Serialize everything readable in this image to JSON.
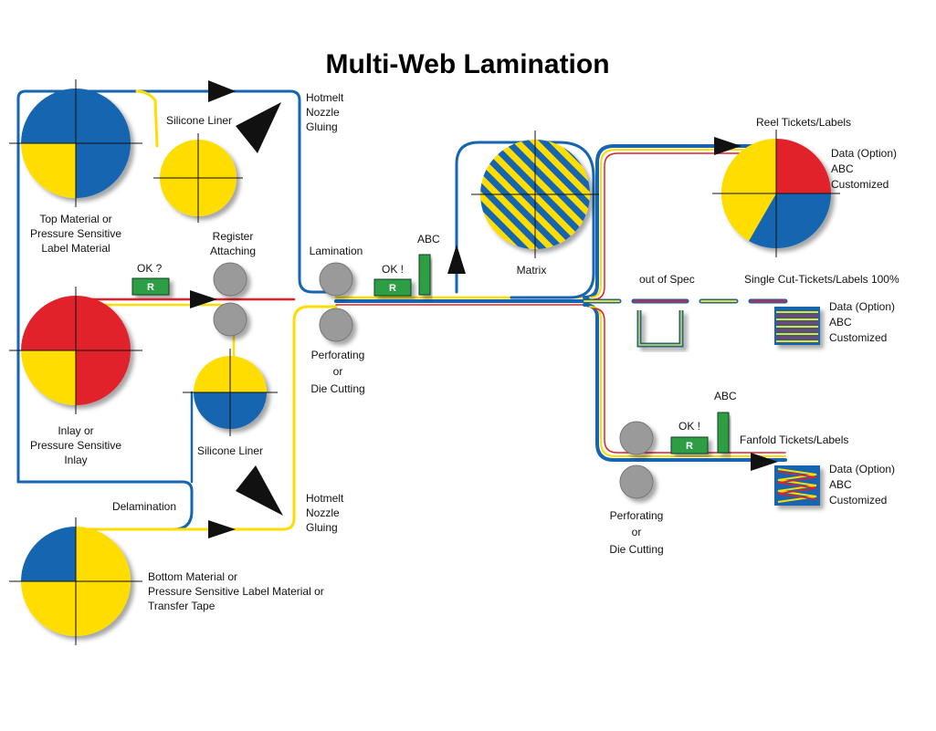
{
  "title": "Multi-Web Lamination",
  "labels": {
    "hotmelt_top": [
      "Hotmelt",
      "Nozzle",
      "Gluing"
    ],
    "hotmelt_bottom": [
      "Hotmelt",
      "Nozzle",
      "Gluing"
    ],
    "silicone_liner_top": "Silicone Liner",
    "silicone_liner_bottom": "Silicone Liner",
    "top_material": [
      "Top Material or",
      "Pressure Sensitive",
      "Label Material"
    ],
    "inlay": [
      "Inlay or",
      "Pressure Sensitive",
      "Inlay"
    ],
    "bottom_material": [
      "Bottom Material or",
      "Pressure Sensitive Label Material or",
      "Transfer Tape"
    ],
    "register_attaching": [
      "Register",
      "Attaching"
    ],
    "lamination": "Lamination",
    "perforating": [
      "Perforating",
      "or",
      "Die Cutting"
    ],
    "perforating_2": [
      "Perforating",
      "or",
      "Die Cutting"
    ],
    "delamination": "Delamination",
    "matrix": "Matrix",
    "abc_1": "ABC",
    "abc_2": "ABC",
    "ok_q": "OK ?",
    "ok_1": "OK !",
    "ok_2": "OK !",
    "btn_r": "R",
    "reel_tickets": "Reel Tickets/Labels",
    "out_of_spec": "out of Spec",
    "single_cut": "Single Cut-Tickets/Labels 100%",
    "fanfold": "Fanfold Tickets/Labels",
    "data_option_1": [
      "Data (Option)",
      "ABC",
      "Customized"
    ],
    "data_option_2": [
      "Data (Option)",
      "ABC",
      "Customized"
    ],
    "data_option_3": [
      "Data (Option)",
      "ABC",
      "Customized"
    ]
  },
  "colors": {
    "blue": "#1565b0",
    "yellow": "#ffdd00",
    "red": "#e2202b",
    "green": "#2e9e45",
    "roller": "#9a9a9a",
    "arrow": "#111111"
  }
}
